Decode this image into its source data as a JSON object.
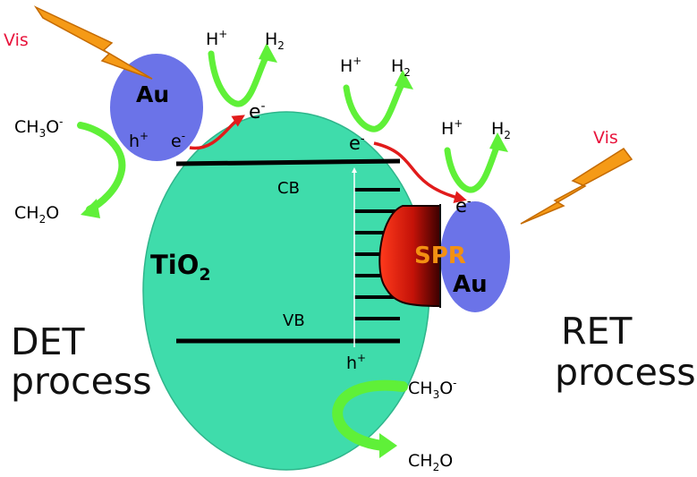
{
  "labels": {
    "vis_left": "Vis",
    "vis_right": "Vis",
    "au_top": "Au",
    "au_right": "Au",
    "tio2_main": "TiO",
    "tio2_sub": "2",
    "cb": "CB",
    "vb": "VB",
    "spr": "SPR",
    "det_line1": "DET",
    "det_line2": "process",
    "ret_line1": "RET",
    "ret_line2": "process"
  },
  "species": {
    "h_plus": "H",
    "plus_sup": "+",
    "h2_main": "H",
    "h2_sub": "2",
    "e": "e",
    "minus_sup": "-",
    "h": "h",
    "ch3o_main": "CH",
    "ch3o_sub": "3",
    "ch3o_tail": "O",
    "ch2o_main": "CH",
    "ch2o_sub": "2",
    "ch2o_tail": "O"
  },
  "colors": {
    "tio2_fill": "#3fdcab",
    "au_fill": "#6b73e8",
    "green_arrow": "#5ff038",
    "lightning": "#f59a16",
    "red_arrow": "#e11b1b",
    "vis_text": "#e8143c",
    "spr_text": "#f39012",
    "spr_gradient_start": "#ff3a1c",
    "spr_gradient_end": "#3a0000"
  },
  "icons": {
    "lightning": "lightning-bolt-icon",
    "green_arrow": "curved-green-arrow-icon",
    "red_arrow": "red-electron-transfer-arrow-icon"
  }
}
